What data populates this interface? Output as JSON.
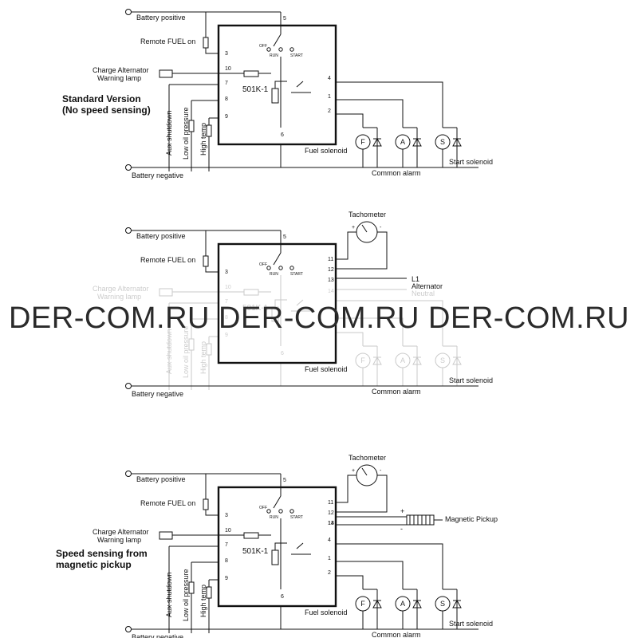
{
  "chip_label": "501K-1",
  "battery_positive": "Battery positive",
  "battery_negative": "Battery negative",
  "remote_fuel_on": "Remote FUEL on",
  "charge_alternator": "Charge Alternator",
  "warning_lamp": "Warning lamp",
  "aux_shutdown": "Aux shutdown",
  "low_oil_pressure": "Low oil pressure",
  "high_temp": "High temp",
  "fuel_solenoid": "Fuel solenoid",
  "common_alarm": "Common alarm",
  "start_solenoid": "Start solenoid",
  "switch_off": "OFF",
  "switch_run": "RUN",
  "switch_start": "START",
  "tachometer": "Tachometer",
  "alternator_l1": "L1",
  "alternator_label": "Alternator",
  "neutral_label": "Neutral",
  "magnetic_pickup": "Magnetic Pickup",
  "plus_sign": "+",
  "minus_sign": "-",
  "symbol_f": "F",
  "symbol_a": "A",
  "symbol_s": "S",
  "pins": {
    "p1": "1",
    "p2": "2",
    "p3": "3",
    "p4": "4",
    "p5": "5",
    "p6": "6",
    "p7": "7",
    "p8": "8",
    "p9": "9",
    "p10": "10",
    "p11": "11",
    "p12": "12",
    "p13": "13",
    "p14": "14"
  },
  "sections": [
    {
      "title_line1": "Standard Version",
      "title_line2": "(No speed sensing)"
    },
    {
      "title_line1": "",
      "title_line2": ""
    },
    {
      "title_line1": "Speed sensing from",
      "title_line2": "magnetic pickup"
    }
  ],
  "watermark": "DER-COM.RU DER-COM.RU DER-COM.RU",
  "colors": {
    "ink": "#111111",
    "background": "#ffffff",
    "watermark": "#2a2a2a"
  }
}
